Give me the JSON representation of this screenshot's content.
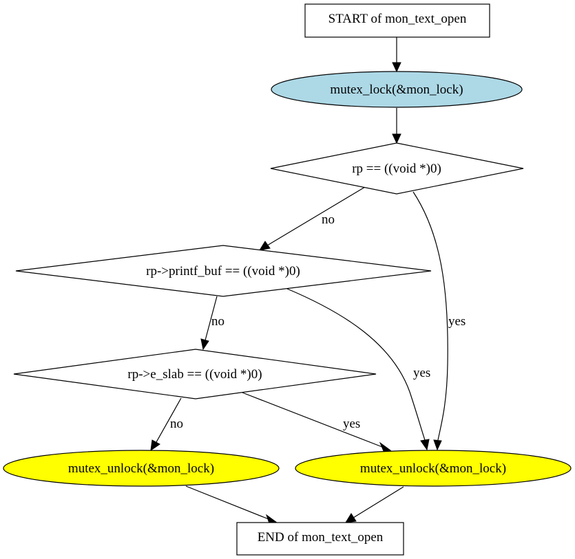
{
  "nodes": {
    "start": {
      "label": "START of mon_text_open"
    },
    "lock": {
      "label": "mutex_lock(&mon_lock)",
      "fill": "#add8e6"
    },
    "cond_rp": {
      "label": "rp == ((void *)0)"
    },
    "cond_printf": {
      "label": "rp->printf_buf == ((void *)0)"
    },
    "cond_slab": {
      "label": "rp->e_slab == ((void *)0)"
    },
    "unlock_left": {
      "label": "mutex_unlock(&mon_lock)",
      "fill": "#ffff00"
    },
    "unlock_right": {
      "label": "mutex_unlock(&mon_lock)",
      "fill": "#ffff00"
    },
    "end": {
      "label": "END of mon_text_open"
    }
  },
  "edges": {
    "rp_no": "no",
    "rp_yes": "yes",
    "printf_no": "no",
    "printf_yes": "yes",
    "slab_no": "no",
    "slab_yes": "yes"
  }
}
